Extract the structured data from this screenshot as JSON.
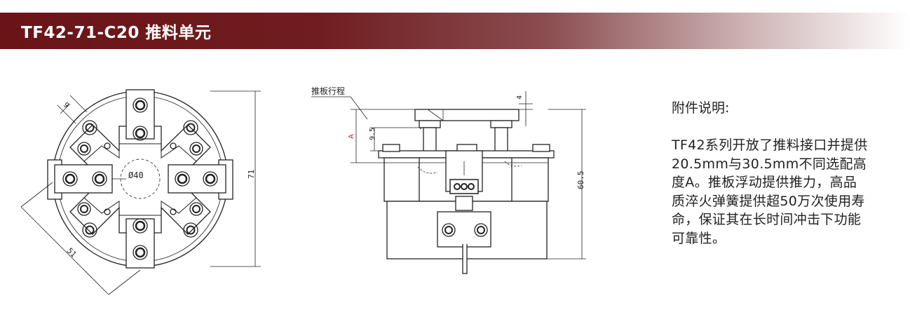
{
  "header": {
    "title": "TF42-71-C20 推料单元",
    "gradient_start": "#6a1418",
    "gradient_end": "#ffffff"
  },
  "top_view": {
    "dim_center_circle": "Ø40",
    "dim_diagonal": "51",
    "dim_height": "71",
    "dim_small": "9"
  },
  "side_view": {
    "label_push_stroke": "推板行程",
    "dim_top": "4",
    "dim_a": "A",
    "dim_stroke": "9.5",
    "dim_height": "60.5"
  },
  "notes": {
    "title": "附件说明:",
    "body": "TF42系列开放了推料接口并提供\n20.5mm与30.5mm不同选配高\n度A。推板浮动提供推力，高品\n质淬火弹簧提供超50万次使用寿\n命，保证其在长时间冲击下功能\n可靠性。"
  },
  "colors": {
    "line": "#222222",
    "accent_red": "#d0202a"
  }
}
